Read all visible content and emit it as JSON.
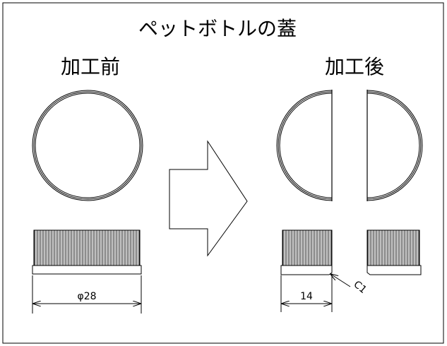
{
  "title": "ペットボトルの蓋",
  "before": {
    "label": "加工前",
    "dimension": "φ28"
  },
  "after": {
    "label": "加工後",
    "dimension": "14",
    "chamfer": "C1"
  },
  "colors": {
    "line": "#000000",
    "background": "#ffffff"
  }
}
